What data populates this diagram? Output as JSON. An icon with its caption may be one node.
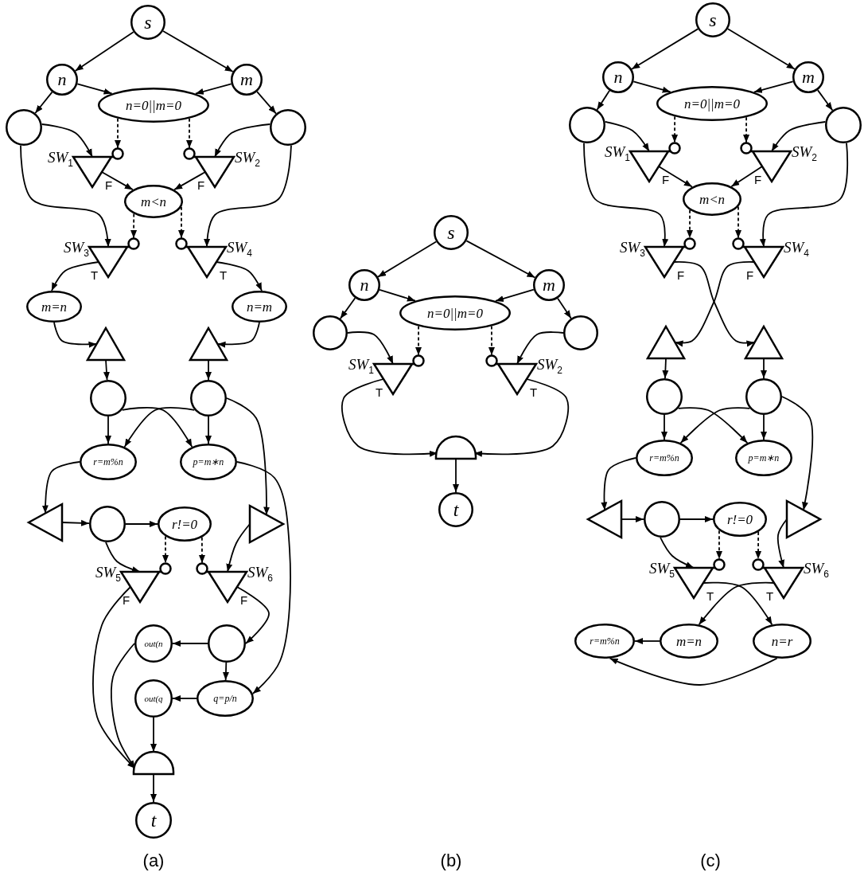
{
  "diagram": {
    "nodes": [
      {
        "text": [
          "s"
        ]
      },
      {
        "text": [
          "n"
        ]
      },
      {
        "text": [
          "m"
        ]
      },
      {
        "text": [
          "n=0||m=0"
        ]
      },
      {
        "text": [],
        "shape": "circle"
      },
      {
        "text": [],
        "shape": "circle"
      },
      {
        "text": [],
        "shape": "triangle",
        "beside": [
          "SW$_{1}$",
          "F"
        ]
      },
      {
        "text": [],
        "shape": "triangle",
        "beside": [
          "SW$_{2}$",
          "F"
        ]
      },
      {
        "text": [
          "m<n"
        ]
      },
      {
        "text": [],
        "shape": "triangle",
        "beside": [
          "SW$_{3}$",
          "T"
        ]
      },
      {
        "text": [],
        "shape": "triangle",
        "beside": [
          "SW$_{4}$",
          "T"
        ]
      },
      {
        "text": [
          "m=n"
        ]
      },
      {
        "text": [
          "n=m"
        ]
      },
      {
        "text": [],
        "shape": "triangle"
      },
      {
        "text": [],
        "shape": "triangle"
      },
      {
        "text": [],
        "shape": "circle"
      },
      {
        "text": [],
        "shape": "circle"
      },
      {
        "text": [
          "r=m%n"
        ]
      },
      {
        "text": [
          "p=m∗n"
        ]
      },
      {
        "text": [],
        "shape": "triangle"
      },
      {
        "text": [],
        "shape": "circle"
      },
      {
        "text": [
          "r!=0"
        ]
      },
      {
        "text": [],
        "shape": "triangle"
      },
      {
        "text": [],
        "shape": "triangle",
        "beside": [
          "SW$_{5}$",
          "F"
        ]
      },
      {
        "text": [],
        "shape": "triangle",
        "beside": [
          "SW$_{6}$",
          "F"
        ]
      },
      {
        "text": [
          "out(n"
        ]
      },
      {
        "text": [],
        "shape": "circle"
      },
      {
        "text": [
          "out(q"
        ]
      },
      {
        "text": [
          "q=p/n"
        ]
      },
      {
        "text": [],
        "shape": "semicircle"
      },
      {
        "text": [
          "t"
        ]
      },
      {
        "text": [
          "s"
        ]
      },
      {
        "text": [
          "n"
        ]
      },
      {
        "text": [
          "m"
        ]
      },
      {
        "text": [
          "n=0||m=0"
        ]
      },
      {
        "text": [],
        "shape": "circle"
      },
      {
        "text": [],
        "shape": "circle"
      },
      {
        "text": [],
        "shape": "triangle",
        "beside": [
          "SW$_{1}$",
          "T"
        ]
      },
      {
        "text": [],
        "shape": "triangle",
        "beside": [
          "SW$_{2}$",
          "T"
        ]
      },
      {
        "text": [],
        "shape": "semicircle"
      },
      {
        "text": [
          "t"
        ]
      },
      {
        "text": [
          "s"
        ]
      },
      {
        "text": [
          "n"
        ]
      },
      {
        "text": [
          "m"
        ]
      },
      {
        "text": [
          "n=0||m=0"
        ]
      },
      {
        "text": [],
        "shape": "circle"
      },
      {
        "text": [],
        "shape": "circle"
      },
      {
        "text": [],
        "shape": "triangle",
        "beside": [
          "SW$_{1}$",
          "F"
        ]
      },
      {
        "text": [],
        "shape": "triangle",
        "beside": [
          "SW$_{2}$",
          "F"
        ]
      },
      {
        "text": [
          "m<n"
        ]
      },
      {
        "text": [],
        "shape": "triangle",
        "beside": [
          "SW$_{3}$",
          "F"
        ]
      },
      {
        "text": [],
        "shape": "triangle",
        "beside": [
          "SW$_{4}$",
          "F"
        ]
      },
      {
        "text": [],
        "shape": "triangle"
      },
      {
        "text": [],
        "shape": "triangle"
      },
      {
        "text": [],
        "shape": "circle"
      },
      {
        "text": [],
        "shape": "circle"
      },
      {
        "text": [
          "r=m%n"
        ]
      },
      {
        "text": [
          "p=m∗n"
        ]
      },
      {
        "text": [],
        "shape": "triangle"
      },
      {
        "text": [],
        "shape": "circle"
      },
      {
        "text": [
          "r!=0"
        ]
      },
      {
        "text": [],
        "shape": "triangle"
      },
      {
        "text": [],
        "shape": "triangle",
        "beside": [
          "SW$_{5}$",
          "T"
        ]
      },
      {
        "text": [],
        "shape": "triangle",
        "beside": [
          "SW$_{6}$",
          "T"
        ]
      },
      {
        "text": [
          "r=m%n"
        ]
      },
      {
        "text": [
          "m=n"
        ]
      },
      {
        "text": [
          "n=r"
        ]
      }
    ],
    "edges": [
      {
        "from": 0,
        "to": 1,
        "arrow": "to"
      },
      {
        "from": 0,
        "to": 2,
        "arrow": "to"
      },
      {
        "from": 1,
        "to": 3,
        "arrow": "to"
      },
      {
        "from": 2,
        "to": 3,
        "arrow": "to"
      },
      {
        "from": 1,
        "to": 4,
        "arrow": "to"
      },
      {
        "from": 2,
        "to": 5,
        "arrow": "to"
      },
      {
        "from": 4,
        "to": 6,
        "arrow": "to"
      },
      {
        "from": 3,
        "to": 6,
        "arrow": "to",
        "style": "dashed"
      },
      {
        "from": 3,
        "to": 7,
        "arrow": "to",
        "style": "dashed"
      },
      {
        "from": 5,
        "to": 7,
        "arrow": "to"
      },
      {
        "from": 6,
        "to": 8,
        "arrow": "to"
      },
      {
        "from": 7,
        "to": 8,
        "arrow": "to"
      },
      {
        "from": 4,
        "to": 9,
        "arrow": "to"
      },
      {
        "from": 5,
        "to": 10,
        "arrow": "to"
      },
      {
        "from": 8,
        "to": 9,
        "arrow": "to",
        "style": "dashed"
      },
      {
        "from": 8,
        "to": 10,
        "arrow": "to",
        "style": "dashed"
      },
      {
        "from": 9,
        "to": 11,
        "arrow": "to"
      },
      {
        "from": 10,
        "to": 12,
        "arrow": "to"
      },
      {
        "from": 11,
        "to": 13,
        "arrow": "to"
      },
      {
        "from": 12,
        "to": 14,
        "arrow": "to"
      },
      {
        "from": 13,
        "to": 15,
        "arrow": "to"
      },
      {
        "from": 14,
        "to": 16,
        "arrow": "to"
      },
      {
        "from": 15,
        "to": 17,
        "arrow": "to"
      },
      {
        "from": 16,
        "to": 18,
        "arrow": "to"
      },
      {
        "from": 15,
        "to": 18,
        "arrow": "to"
      },
      {
        "from": 16,
        "to": 17,
        "arrow": "to"
      },
      {
        "from": 16,
        "to": 22,
        "arrow": "to"
      },
      {
        "from": 17,
        "to": 19,
        "arrow": "to"
      },
      {
        "from": 18,
        "to": 28,
        "arrow": "to"
      },
      {
        "from": 19,
        "to": 20,
        "arrow": "to"
      },
      {
        "from": 20,
        "to": 21,
        "arrow": "to"
      },
      {
        "from": 20,
        "to": 23,
        "arrow": "to"
      },
      {
        "from": 21,
        "to": 23,
        "arrow": "to",
        "style": "dashed"
      },
      {
        "from": 21,
        "to": 24,
        "arrow": "to",
        "style": "dashed"
      },
      {
        "from": 22,
        "to": 24,
        "arrow": "to"
      },
      {
        "from": 23,
        "to": 29,
        "arrow": "to"
      },
      {
        "from": 24,
        "to": 26,
        "arrow": "to"
      },
      {
        "from": 26,
        "to": 25,
        "arrow": "to"
      },
      {
        "from": 26,
        "to": 28,
        "arrow": "to"
      },
      {
        "from": 28,
        "to": 27,
        "arrow": "to"
      },
      {
        "from": 25,
        "to": 29,
        "arrow": "to"
      },
      {
        "from": 27,
        "to": 29,
        "arrow": "to"
      },
      {
        "from": 29,
        "to": 30,
        "arrow": "to"
      },
      {
        "from": 31,
        "to": 32,
        "arrow": "to"
      },
      {
        "from": 31,
        "to": 33,
        "arrow": "to"
      },
      {
        "from": 32,
        "to": 34,
        "arrow": "to"
      },
      {
        "from": 33,
        "to": 34,
        "arrow": "to"
      },
      {
        "from": 32,
        "to": 35,
        "arrow": "to"
      },
      {
        "from": 33,
        "to": 36,
        "arrow": "to"
      },
      {
        "from": 35,
        "to": 37,
        "arrow": "to"
      },
      {
        "from": 34,
        "to": 37,
        "arrow": "to",
        "style": "dashed"
      },
      {
        "from": 34,
        "to": 38,
        "arrow": "to",
        "style": "dashed"
      },
      {
        "from": 36,
        "to": 38,
        "arrow": "to"
      },
      {
        "from": 37,
        "to": 39,
        "arrow": "to"
      },
      {
        "from": 38,
        "to": 39,
        "arrow": "to"
      },
      {
        "from": 39,
        "to": 40,
        "arrow": "to"
      },
      {
        "from": 41,
        "to": 42,
        "arrow": "to"
      },
      {
        "from": 41,
        "to": 43,
        "arrow": "to"
      },
      {
        "from": 42,
        "to": 44,
        "arrow": "to"
      },
      {
        "from": 43,
        "to": 44,
        "arrow": "to"
      },
      {
        "from": 42,
        "to": 45,
        "arrow": "to"
      },
      {
        "from": 43,
        "to": 46,
        "arrow": "to"
      },
      {
        "from": 45,
        "to": 47,
        "arrow": "to"
      },
      {
        "from": 44,
        "to": 47,
        "arrow": "to",
        "style": "dashed"
      },
      {
        "from": 44,
        "to": 48,
        "arrow": "to",
        "style": "dashed"
      },
      {
        "from": 46,
        "to": 48,
        "arrow": "to"
      },
      {
        "from": 47,
        "to": 49,
        "arrow": "to"
      },
      {
        "from": 48,
        "to": 49,
        "arrow": "to"
      },
      {
        "from": 45,
        "to": 50,
        "arrow": "to"
      },
      {
        "from": 46,
        "to": 51,
        "arrow": "to"
      },
      {
        "from": 49,
        "to": 50,
        "arrow": "to",
        "style": "dashed"
      },
      {
        "from": 49,
        "to": 51,
        "arrow": "to",
        "style": "dashed"
      },
      {
        "from": 50,
        "to": 53,
        "arrow": "to"
      },
      {
        "from": 51,
        "to": 52,
        "arrow": "to"
      },
      {
        "from": 52,
        "to": 54,
        "arrow": "to"
      },
      {
        "from": 53,
        "to": 55,
        "arrow": "to"
      },
      {
        "from": 54,
        "to": 56,
        "arrow": "to"
      },
      {
        "from": 54,
        "to": 57,
        "arrow": "to"
      },
      {
        "from": 55,
        "to": 56,
        "arrow": "to"
      },
      {
        "from": 55,
        "to": 57,
        "arrow": "to"
      },
      {
        "from": 55,
        "to": 61,
        "arrow": "to"
      },
      {
        "from": 56,
        "to": 58,
        "arrow": "to"
      },
      {
        "from": 58,
        "to": 59,
        "arrow": "to"
      },
      {
        "from": 59,
        "to": 60,
        "arrow": "to"
      },
      {
        "from": 59,
        "to": 62,
        "arrow": "to"
      },
      {
        "from": 60,
        "to": 62,
        "arrow": "to",
        "style": "dashed"
      },
      {
        "from": 60,
        "to": 63,
        "arrow": "to",
        "style": "dashed"
      },
      {
        "from": 61,
        "to": 63,
        "arrow": "to"
      },
      {
        "from": 62,
        "to": 66,
        "arrow": "to"
      },
      {
        "from": 63,
        "to": 65,
        "arrow": "to"
      },
      {
        "from": 65,
        "to": 64,
        "arrow": "to"
      },
      {
        "from": 66,
        "to": 64,
        "arrow": "to"
      }
    ],
    "labels": [
      "(a)",
      "(b)",
      "(c)"
    ]
  }
}
